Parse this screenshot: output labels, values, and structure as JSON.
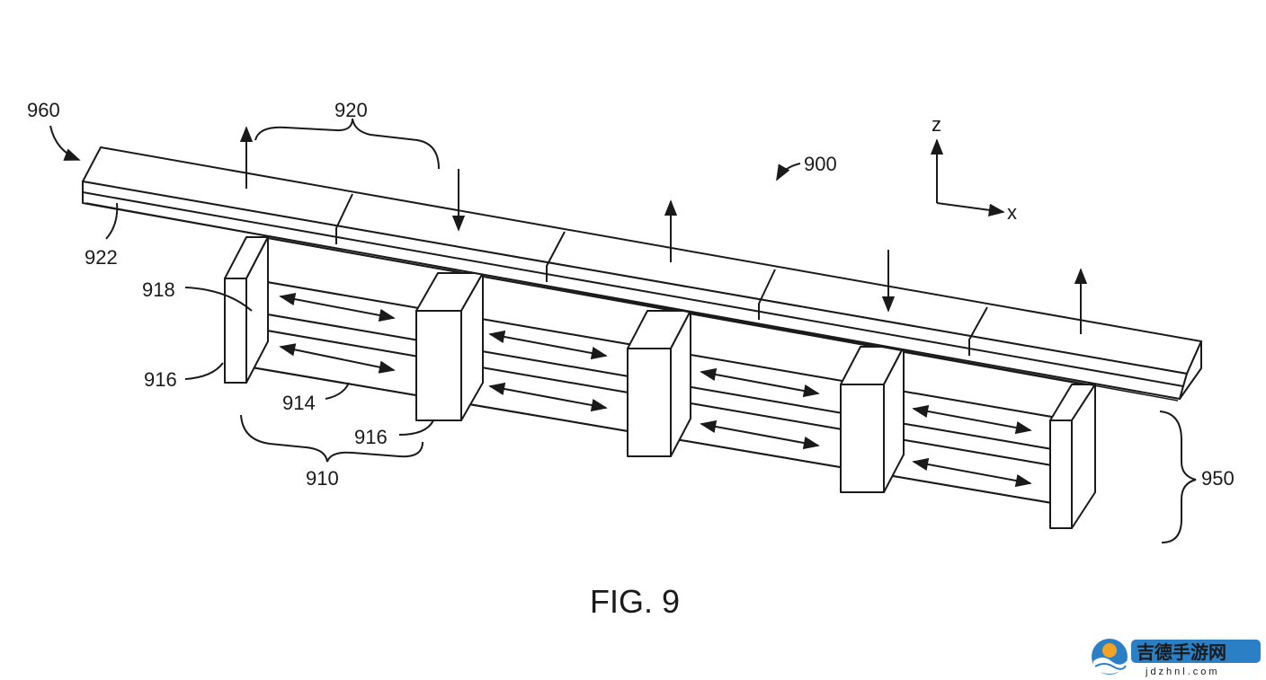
{
  "labels": {
    "l960": "960",
    "l920": "920",
    "l900": "900",
    "l922": "922",
    "l918": "918",
    "l916a": "916",
    "l914": "914",
    "l916b": "916",
    "l910": "910",
    "l950": "950",
    "axis_z": "z",
    "axis_x": "x"
  },
  "caption": "FIG. 9",
  "watermark": {
    "brand": "吉德手游网",
    "domain": "jdzhnl.com"
  },
  "colors": {
    "ink": "#1a1a1a",
    "watermark_blue": "#2b7fc4",
    "watermark_sun": "#f2a324"
  }
}
